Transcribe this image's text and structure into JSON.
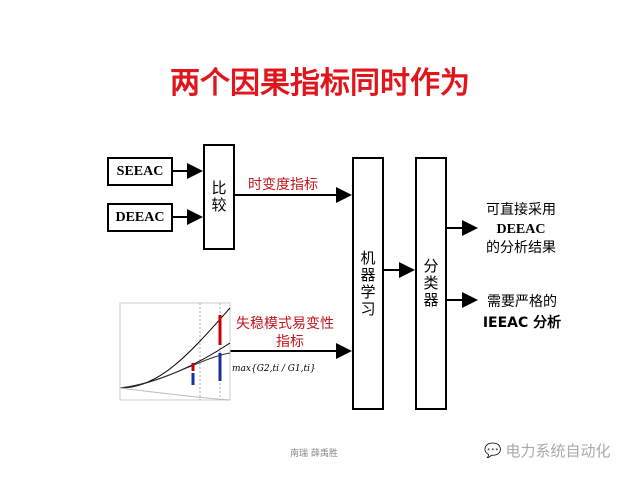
{
  "title": "两个因果指标同时作为",
  "inputs": {
    "seeac": "SEEAC",
    "deeac": "DEEAC"
  },
  "compare_box": "比较",
  "ml_box": "机器学习",
  "classifier_box": "分类器",
  "labels": {
    "time_var": "时变度指标",
    "mode_var_1": "失稳模式易变性",
    "mode_var_2": "指标",
    "formula": "max{G2,ti / G1,ti}"
  },
  "outputs": {
    "out1_line1": "可直接采用",
    "out1_line2": "DEEAC",
    "out1_line3": "的分析结果",
    "out2_line1": "需要严格的",
    "out2_line2": "IEEAC 分析"
  },
  "footer": {
    "author": "南瑞 薛禹胜",
    "watermark": "电力系统自动化"
  },
  "colors": {
    "title": "#e0161c",
    "label": "#c0161c"
  }
}
